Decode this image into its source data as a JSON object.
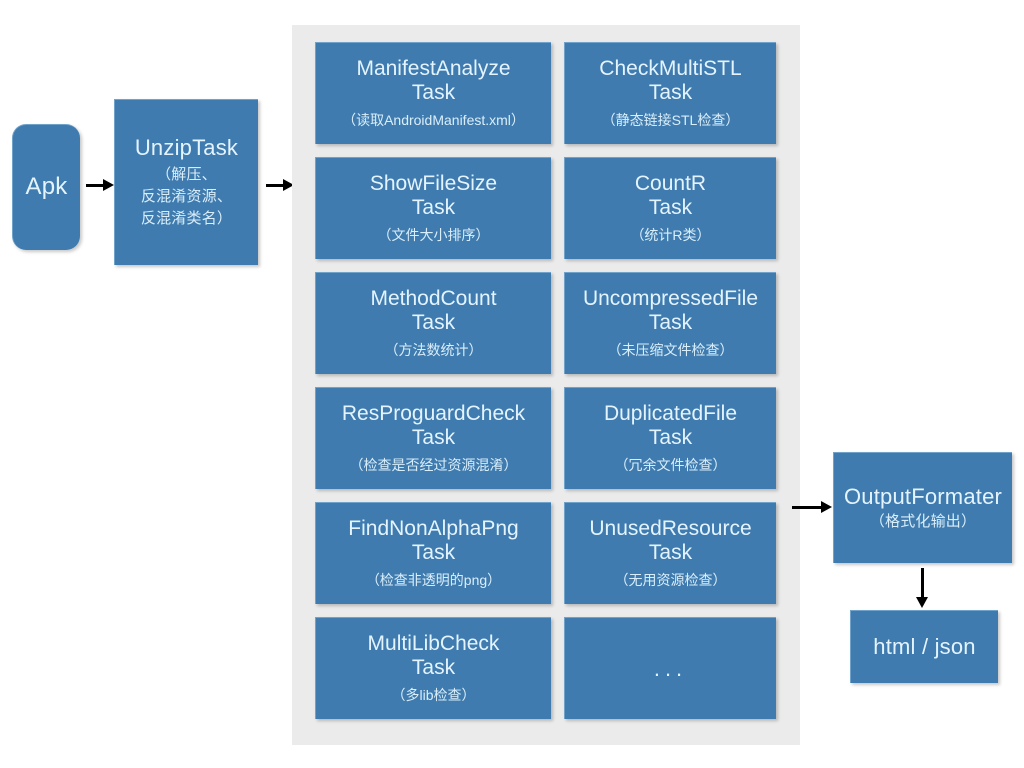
{
  "diagram": {
    "type": "flowchart",
    "input": {
      "label": "Apk"
    },
    "unzip": {
      "title": "UnzipTask",
      "desc": "（解压、\n反混淆资源、\n反混淆类名）",
      "desc_line1": "（解压、",
      "desc_line2": "反混淆资源、",
      "desc_line3": "反混淆类名）"
    },
    "tasks": [
      {
        "name_line1": "ManifestAnalyze",
        "name_line2": "Task",
        "desc": "（读取AndroidManifest.xml）"
      },
      {
        "name_line1": "CheckMultiSTL",
        "name_line2": "Task",
        "desc": "（静态链接STL检查）"
      },
      {
        "name_line1": "ShowFileSize",
        "name_line2": "Task",
        "desc": "（文件大小排序）"
      },
      {
        "name_line1": "CountR",
        "name_line2": "Task",
        "desc": "（统计R类）"
      },
      {
        "name_line1": "MethodCount",
        "name_line2": "Task",
        "desc": "（方法数统计）"
      },
      {
        "name_line1": "UncompressedFile",
        "name_line2": "Task",
        "desc": "（未压缩文件检查）"
      },
      {
        "name_line1": "ResProguardCheck",
        "name_line2": "Task",
        "desc": "（检查是否经过资源混淆）"
      },
      {
        "name_line1": "DuplicatedFile",
        "name_line2": "Task",
        "desc": "（冗余文件检查）"
      },
      {
        "name_line1": "FindNonAlphaPng",
        "name_line2": "Task",
        "desc": "（检查非透明的png）"
      },
      {
        "name_line1": "UnusedResource",
        "name_line2": "Task",
        "desc": "（无用资源检查）"
      },
      {
        "name_line1": "MultiLibCheck",
        "name_line2": "Task",
        "desc": "（多lib检查）"
      },
      {
        "name_line1": "...",
        "name_line2": "",
        "desc": ""
      }
    ],
    "output": {
      "title": "OutputFormater",
      "desc": "（格式化输出）"
    },
    "result": {
      "label": "html / json"
    },
    "colors": {
      "node_fill": "#3f7bae",
      "node_text": "#e4f4ff",
      "panel_bg": "#ebebeb",
      "arrow": "#000000",
      "page_bg": "#ffffff"
    }
  }
}
